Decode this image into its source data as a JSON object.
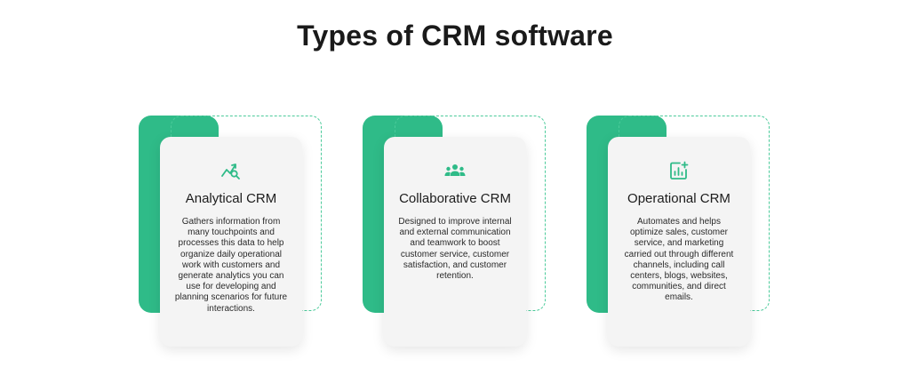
{
  "title": "Types of CRM software",
  "accent_color": "#2fbb88",
  "cards": [
    {
      "icon": "analytics-chart-icon",
      "title": "Analytical CRM",
      "description": "Gathers information from many touchpoints and processes this data to help organize daily operational work with customers and generate analytics you can use for developing and planning scenarios for future interactions."
    },
    {
      "icon": "team-people-icon",
      "title": "Collaborative CRM",
      "description": "Designed to improve internal and external communication and teamwork to boost customer service, customer satisfaction, and customer retention."
    },
    {
      "icon": "report-chart-icon",
      "title": "Operational CRM",
      "description": "Automates and helps optimize sales, customer service, and marketing carried out through different channels, including call centers, blogs, websites, communities, and direct emails."
    }
  ]
}
